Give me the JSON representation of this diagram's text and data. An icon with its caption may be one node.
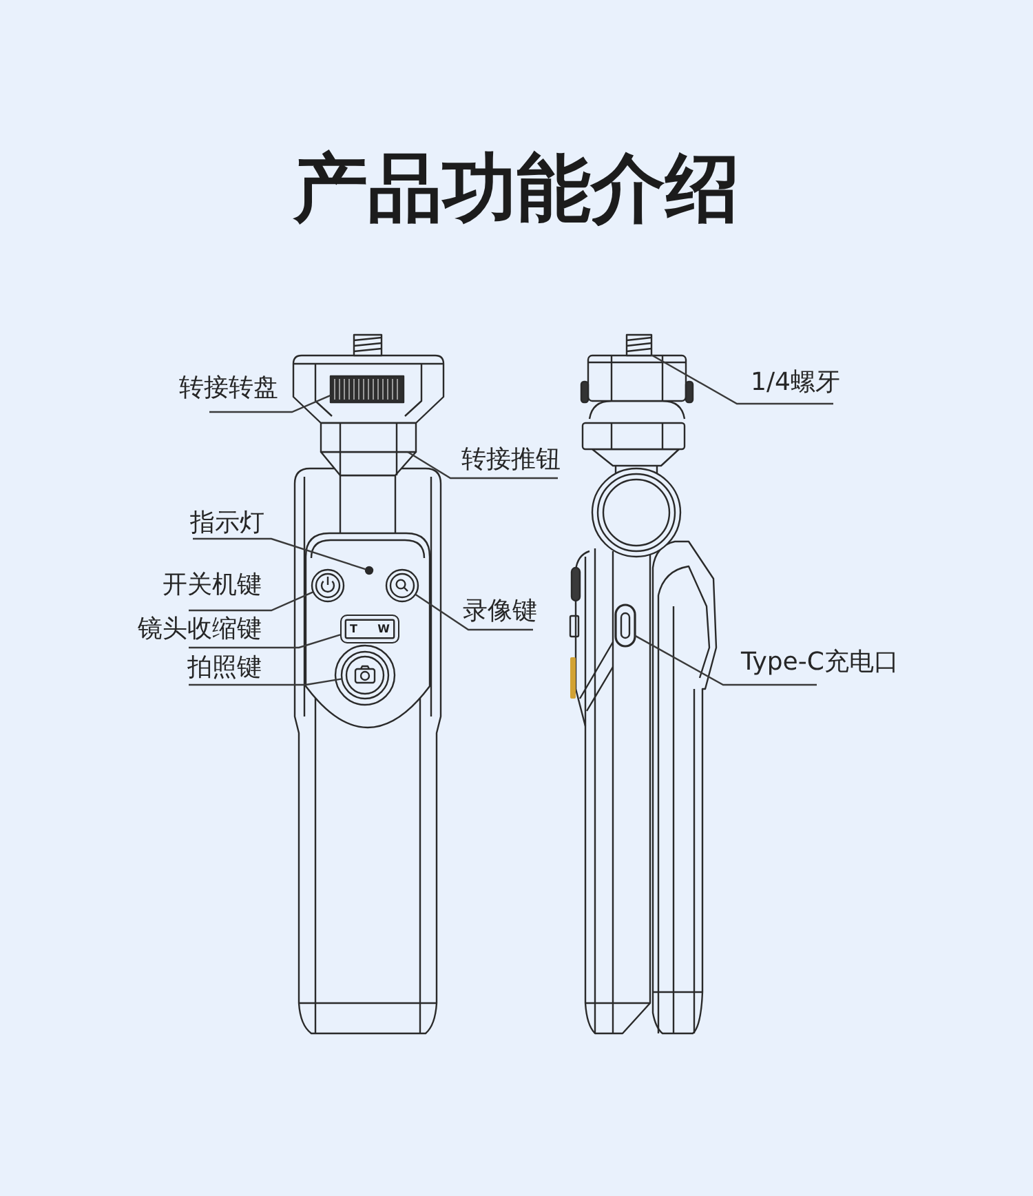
{
  "diagram": {
    "title": "产品功能介绍",
    "nodes": [
      {
        "text": [
          "转接转盘"
        ]
      },
      {
        "text": [
          "1/4螺牙"
        ]
      },
      {
        "text": [
          "转接推钮"
        ]
      },
      {
        "text": [
          "指示灯"
        ]
      },
      {
        "text": [
          "开关机键"
        ]
      },
      {
        "text": [
          "录像键"
        ]
      },
      {
        "text": [
          "镜头收缩键"
        ]
      },
      {
        "text": [
          "Type-C充电口"
        ]
      },
      {
        "text": [
          "拍照键"
        ]
      },
      {
        "text": [],
        "shape": "box"
      },
      {
        "text": [],
        "shape": "box"
      },
      {
        "text": [],
        "shape": "box"
      },
      {
        "text": [],
        "shape": "circle"
      },
      {
        "text": [],
        "shape": "circle"
      },
      {
        "text": [],
        "shape": "circle"
      },
      {
        "text": [
          "T",
          "W"
        ]
      },
      {
        "text": [],
        "shape": "box"
      },
      {
        "text": [],
        "shape": "circle"
      }
    ],
    "edges": [
      {
        "from": 0,
        "to": 9,
        "arrow": "none"
      },
      {
        "from": 1,
        "to": 10,
        "arrow": "none"
      },
      {
        "from": 2,
        "to": 11,
        "arrow": "none"
      },
      {
        "from": 3,
        "to": 12,
        "arrow": "none"
      },
      {
        "from": 4,
        "to": 13,
        "arrow": "none"
      },
      {
        "from": 5,
        "to": 14,
        "arrow": "none"
      },
      {
        "from": 6,
        "to": 15,
        "arrow": "none"
      },
      {
        "from": 7,
        "to": 16,
        "arrow": "none"
      },
      {
        "from": 8,
        "to": 17,
        "arrow": "none"
      }
    ]
  }
}
